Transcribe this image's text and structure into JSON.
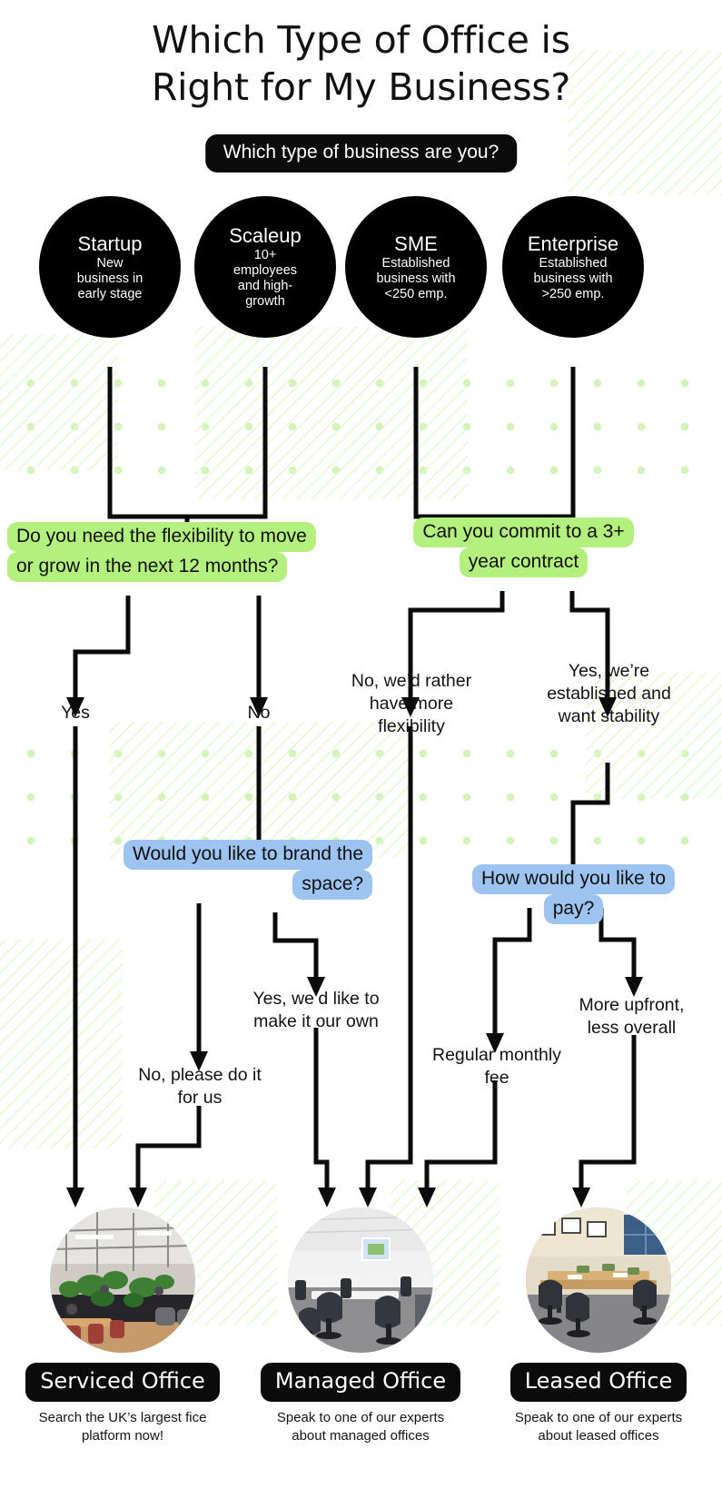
{
  "header": {
    "title_line1": "Which Type of Office is",
    "title_line2": "Right for My Business?",
    "root_question": "Which type of business are you?"
  },
  "personas": [
    {
      "name": "Startup",
      "desc_line1": "New",
      "desc_line2": "business in",
      "desc_line3": "early stage"
    },
    {
      "name": "Scaleup",
      "desc_line1": "10+",
      "desc_line2": "employees",
      "desc_line3": "and high-",
      "desc_line4": "growth"
    },
    {
      "name": "SME",
      "desc_line1": "Established",
      "desc_line2": "business with",
      "desc_line3": "<250 emp."
    },
    {
      "name": "Enterprise",
      "desc_line1": "Established",
      "desc_line2": "business with",
      "desc_line3": ">250 emp."
    }
  ],
  "questions": {
    "flexibility": {
      "line1": "Do you need the flexibility to move",
      "line2": "or grow in the next 12 months?"
    },
    "contract": {
      "line1": "Can you commit to a 3+",
      "line2": "year contract"
    },
    "branding": {
      "line1": "Would you like to brand the",
      "line2": "space?"
    },
    "payment": {
      "line1": "How would you like to",
      "line2": "pay?"
    }
  },
  "answers": {
    "flex_yes": "Yes",
    "flex_no": "No",
    "contract_no": {
      "line1": "No, we’d rather",
      "line2": "have more",
      "line3": "flexibility"
    },
    "contract_yes": {
      "line1": "Yes, we’re",
      "line2": "established and",
      "line3": "want stability"
    },
    "brand_yes": {
      "line1": "Yes, we’d like to",
      "line2": "make it our own"
    },
    "brand_no": {
      "line1": "No, please do it",
      "line2": "for us"
    },
    "pay_monthly": {
      "line1": "Regular monthly",
      "line2": "fee"
    },
    "pay_upfront": {
      "line1": "More upfront,",
      "line2": "less overall"
    }
  },
  "results": [
    {
      "name": "Serviced Office",
      "blurb_line1": "Search the UK’s largest fice",
      "blurb_line2": "platform now!",
      "photo": "serviced-office-photo"
    },
    {
      "name": "Managed Office",
      "blurb_line1": "Speak to one of our experts",
      "blurb_line2": "about managed offices",
      "photo": "managed-office-photo"
    },
    {
      "name": "Leased Office",
      "blurb_line1": "Speak to one of our experts",
      "blurb_line2": "about leased offices",
      "photo": "leased-office-photo"
    }
  ],
  "colors": {
    "ink": "#0b0b0b",
    "green_highlight": "#b3f07e",
    "blue_highlight": "#9dc3f0",
    "dot_pattern": "#d4f4bc",
    "hatch": "#e4f7d2",
    "page_background": "#ffffff"
  }
}
